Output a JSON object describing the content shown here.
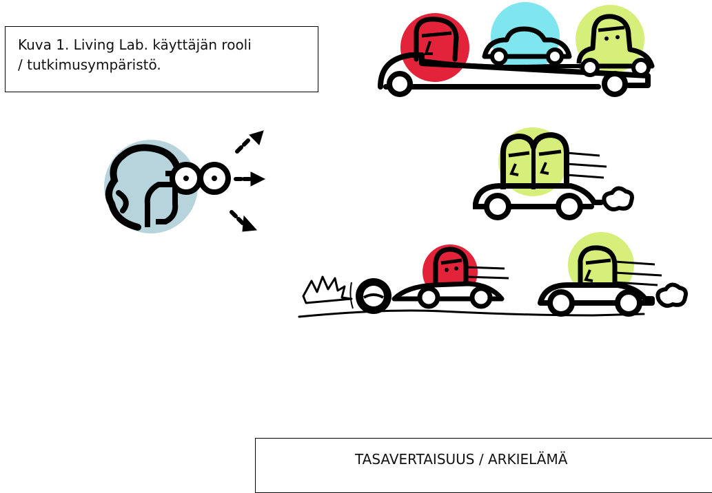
{
  "caption": {
    "line1": "Kuva 1. Living Lab. käyttäjän rooli",
    "line2": "/ tutkimusympäristö."
  },
  "bottom_box": {
    "label": "TASAVERTAISUUS / ARKIELÄMÄ"
  },
  "illustrations": {
    "observer": "person-with-binoculars-icon",
    "convoy": "three-cars-convoy-icon",
    "cooperation": "two-drivers-car-icon",
    "race": "car-race-icon"
  },
  "colors": {
    "red": "#e2233a",
    "cyan": "#7fe5ee",
    "lime": "#d6ef7a",
    "pale_blue": "#b7d4dc",
    "outline": "#000000"
  }
}
